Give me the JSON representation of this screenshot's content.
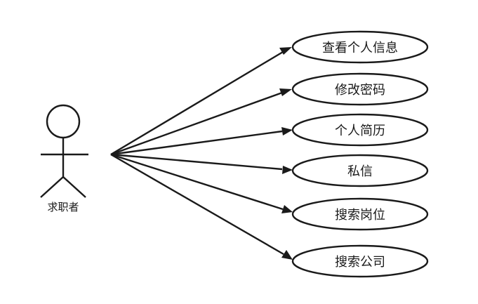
{
  "actor": {
    "label": "求职者"
  },
  "use_cases": [
    {
      "label": "查看个人信息"
    },
    {
      "label": "修改密码"
    },
    {
      "label": "个人简历"
    },
    {
      "label": "私信"
    },
    {
      "label": "搜索岗位"
    },
    {
      "label": "搜索公司"
    }
  ],
  "colors": {
    "stroke": "#1a1a1a",
    "background": "#ffffff"
  }
}
